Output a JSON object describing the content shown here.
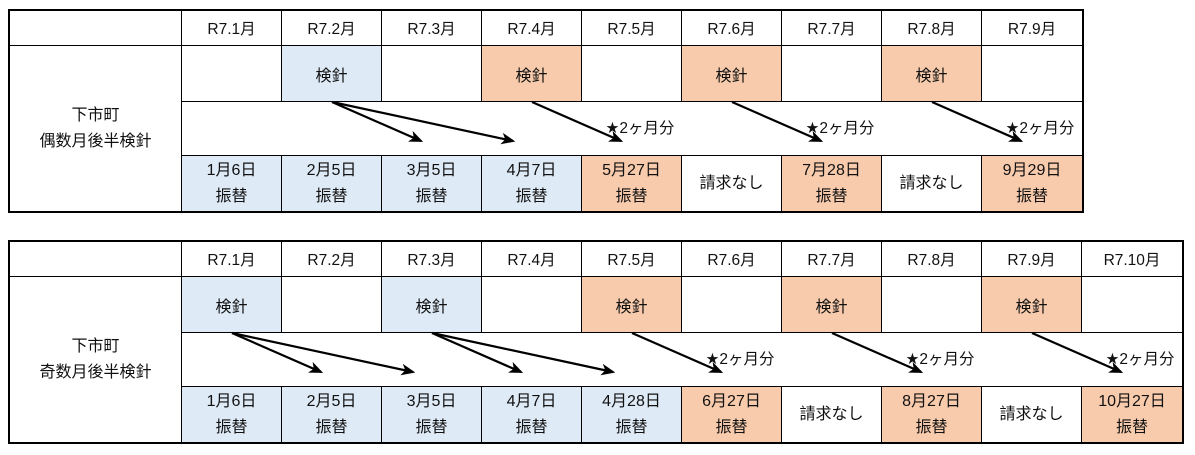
{
  "colors": {
    "blue_fill": "#DEEAF6",
    "orange_fill": "#F8CBAD",
    "border": "#000000",
    "text": "#111111",
    "background": "#ffffff"
  },
  "meter_reading_word": "検針",
  "transfer_word": "振替",
  "tables": [
    {
      "title_lines": [
        "下市町",
        "偶数月後半検針"
      ],
      "months": [
        "R7.1月",
        "R7.2月",
        "R7.3月",
        "R7.4月",
        "R7.5月",
        "R7.6月",
        "R7.7月",
        "R7.8月",
        "R7.9月"
      ],
      "meter_cells": [
        {
          "text": "",
          "fill": "none"
        },
        {
          "text": "検針",
          "fill": "blue"
        },
        {
          "text": "",
          "fill": "none"
        },
        {
          "text": "検針",
          "fill": "orange"
        },
        {
          "text": "",
          "fill": "none"
        },
        {
          "text": "検針",
          "fill": "orange"
        },
        {
          "text": "",
          "fill": "none"
        },
        {
          "text": "検針",
          "fill": "orange"
        },
        {
          "text": "",
          "fill": "none"
        }
      ],
      "transfer_cells": [
        {
          "lines": [
            "1月6日",
            "振替"
          ],
          "fill": "blue"
        },
        {
          "lines": [
            "2月5日",
            "振替"
          ],
          "fill": "blue"
        },
        {
          "lines": [
            "3月5日",
            "振替"
          ],
          "fill": "blue"
        },
        {
          "lines": [
            "4月7日",
            "振替"
          ],
          "fill": "blue"
        },
        {
          "lines": [
            "5月27日",
            "振替"
          ],
          "fill": "orange"
        },
        {
          "lines": [
            "請求なし"
          ],
          "fill": "white"
        },
        {
          "lines": [
            "7月28日",
            "振替"
          ],
          "fill": "orange"
        },
        {
          "lines": [
            "請求なし"
          ],
          "fill": "white"
        },
        {
          "lines": [
            "9月29日",
            "振替"
          ],
          "fill": "orange"
        }
      ],
      "arrows": [
        {
          "from": 1,
          "to": 2,
          "label": ""
        },
        {
          "from": 1,
          "to": 3,
          "label": ""
        },
        {
          "from": 3,
          "to": 4,
          "label": "★2ヶ月分"
        },
        {
          "from": 5,
          "to": 6,
          "label": "★2ヶ月分"
        },
        {
          "from": 7,
          "to": 8,
          "label": "★2ヶ月分"
        }
      ]
    },
    {
      "title_lines": [
        "下市町",
        "奇数月後半検針"
      ],
      "months": [
        "R7.1月",
        "R7.2月",
        "R7.3月",
        "R7.4月",
        "R7.5月",
        "R7.6月",
        "R7.7月",
        "R7.8月",
        "R7.9月",
        "R7.10月"
      ],
      "meter_cells": [
        {
          "text": "検針",
          "fill": "blue"
        },
        {
          "text": "",
          "fill": "none"
        },
        {
          "text": "検針",
          "fill": "blue"
        },
        {
          "text": "",
          "fill": "none"
        },
        {
          "text": "検針",
          "fill": "orange"
        },
        {
          "text": "",
          "fill": "none"
        },
        {
          "text": "検針",
          "fill": "orange"
        },
        {
          "text": "",
          "fill": "none"
        },
        {
          "text": "検針",
          "fill": "orange"
        },
        {
          "text": "",
          "fill": "none"
        }
      ],
      "transfer_cells": [
        {
          "lines": [
            "1月6日",
            "振替"
          ],
          "fill": "blue"
        },
        {
          "lines": [
            "2月5日",
            "振替"
          ],
          "fill": "blue"
        },
        {
          "lines": [
            "3月5日",
            "振替"
          ],
          "fill": "blue"
        },
        {
          "lines": [
            "4月7日",
            "振替"
          ],
          "fill": "blue"
        },
        {
          "lines": [
            "4月28日",
            "振替"
          ],
          "fill": "blue"
        },
        {
          "lines": [
            "6月27日",
            "振替"
          ],
          "fill": "orange"
        },
        {
          "lines": [
            "請求なし"
          ],
          "fill": "white"
        },
        {
          "lines": [
            "8月27日",
            "振替"
          ],
          "fill": "orange"
        },
        {
          "lines": [
            "請求なし"
          ],
          "fill": "white"
        },
        {
          "lines": [
            "10月27日",
            "振替"
          ],
          "fill": "orange"
        }
      ],
      "arrows": [
        {
          "from": 0,
          "to": 1,
          "label": ""
        },
        {
          "from": 0,
          "to": 2,
          "label": ""
        },
        {
          "from": 2,
          "to": 3,
          "label": ""
        },
        {
          "from": 2,
          "to": 4,
          "label": ""
        },
        {
          "from": 4,
          "to": 5,
          "label": "★2ヶ月分"
        },
        {
          "from": 6,
          "to": 7,
          "label": "★2ヶ月分"
        },
        {
          "from": 8,
          "to": 9,
          "label": "★2ヶ月分"
        }
      ]
    }
  ]
}
